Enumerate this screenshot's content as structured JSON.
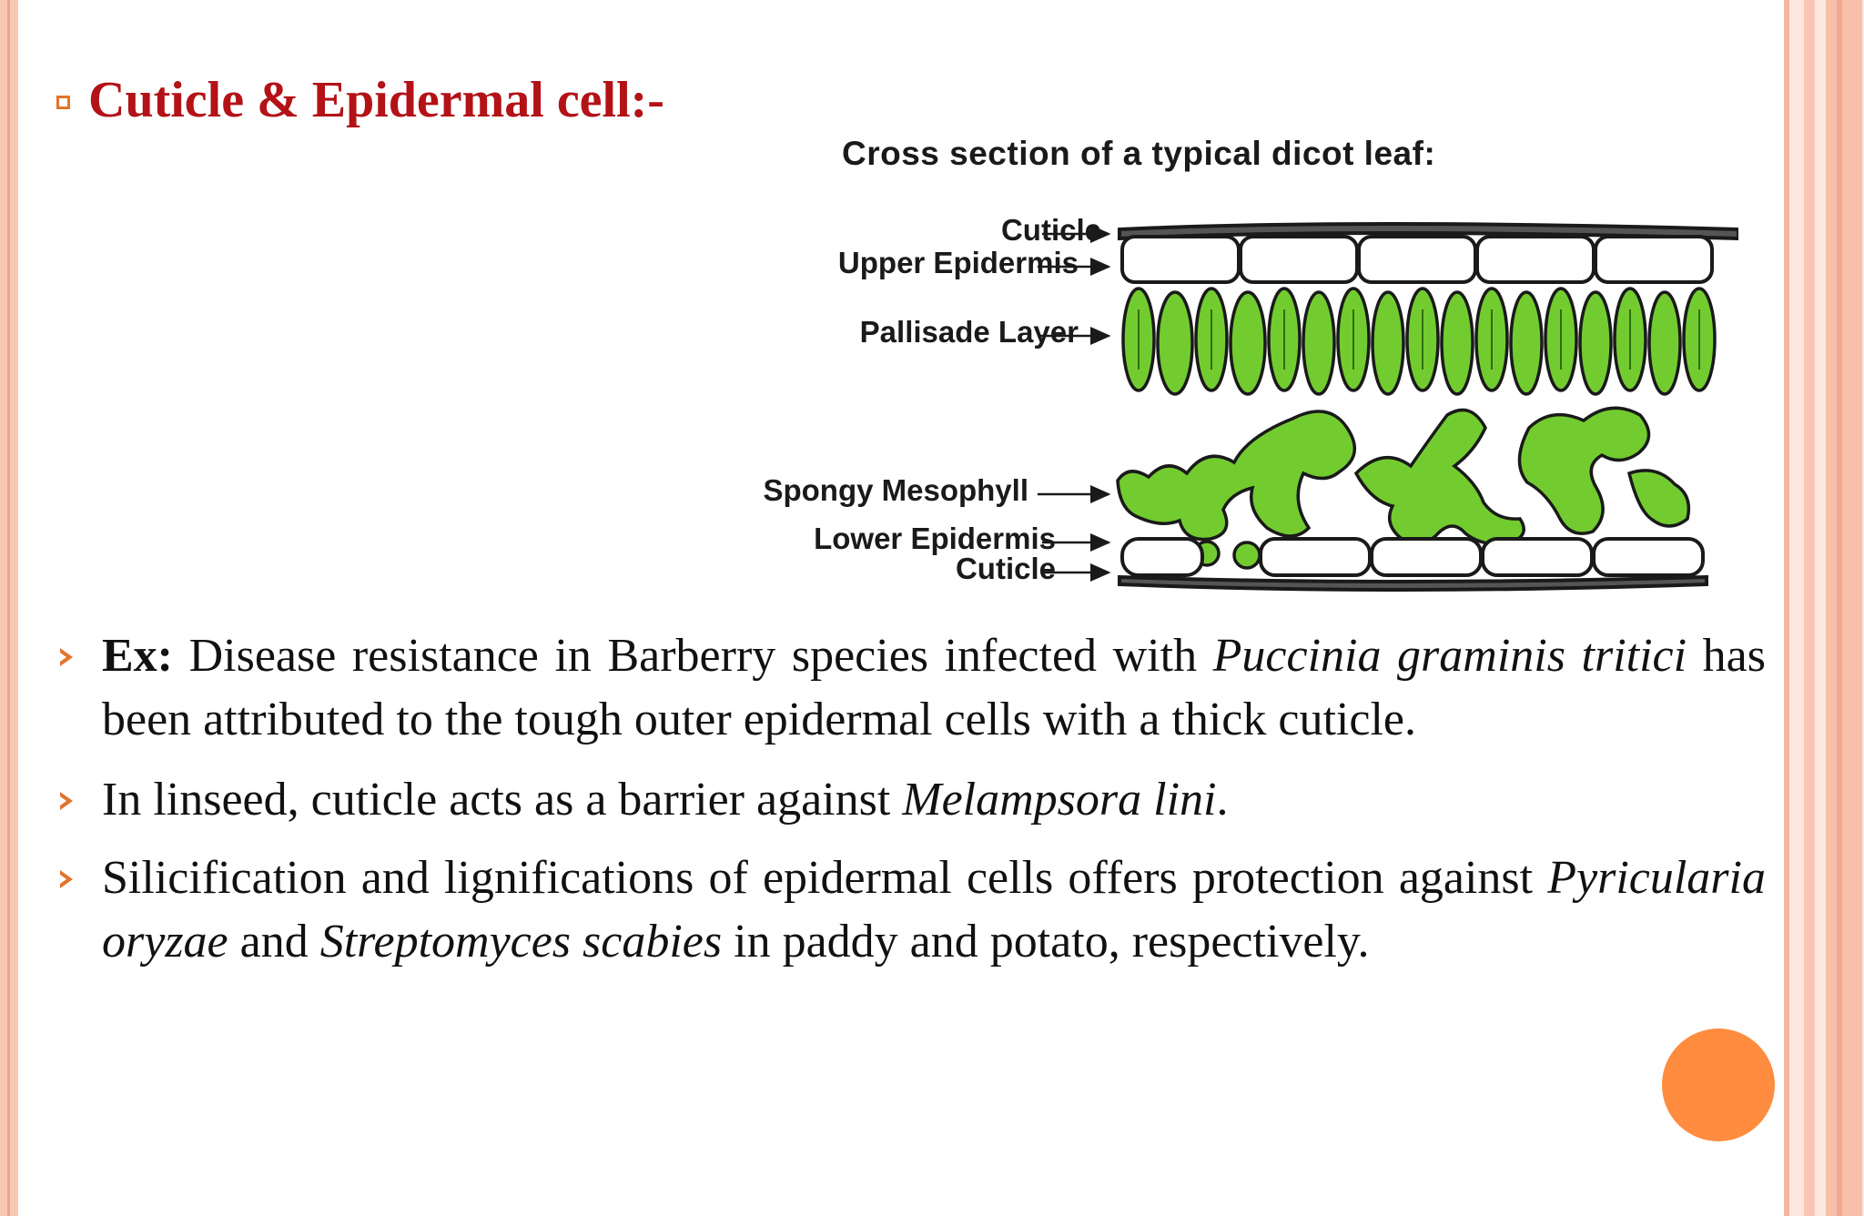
{
  "heading": "Cuticle & Epidermal cell:-",
  "diagram": {
    "title": "Cross section of a typical dicot leaf:",
    "labels": {
      "cuticle_top": "Cuticle",
      "upper_epidermis": "Upper Epidermis",
      "pallisade": "Pallisade Layer",
      "spongy": "Spongy Mesophyll",
      "lower_epidermis": "Lower Epidermis",
      "cuticle_bottom": "Cuticle"
    },
    "colors": {
      "green": "#73cc2f",
      "outline": "#1a1a1a"
    }
  },
  "points": [
    {
      "ex_label": "Ex:",
      "t1": " Disease resistance in Barberry species infected with ",
      "i1": "Puccinia graminis tritici",
      "t2": " has been attributed to the tough outer epidermal cells with a thick cuticle."
    },
    {
      "t1": "In linseed, cuticle acts as a barrier against ",
      "i1": "Melampsora lini",
      "t2": "."
    },
    {
      "t1": "Silicification and lignifications of epidermal cells offers protection against ",
      "i1": "Pyricularia oryzae",
      "t2": " and ",
      "i2": "Streptomyces scabies",
      "t3": " in paddy and potato, respectively."
    }
  ],
  "theme": {
    "accent": "#e2742c",
    "heading_color": "#b31217",
    "dot_color": "#ff8c3f"
  }
}
